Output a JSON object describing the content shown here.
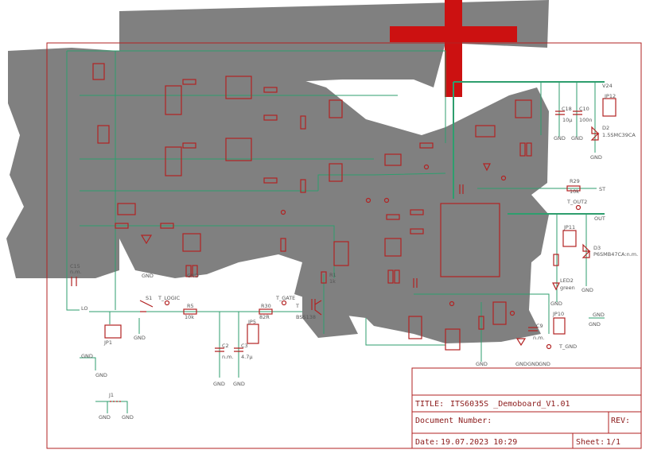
{
  "title_block": {
    "title_label": "TITLE:",
    "title_value": "ITS6035S _Demoboard_V1.01",
    "docnum_label": "Document Number:",
    "rev_label": "REV:",
    "date_label": "Date:",
    "date_value": "19.07.2023 10:29",
    "sheet_label": "Sheet:",
    "sheet_value": "1/1"
  },
  "labels": {
    "v24": "V24",
    "jp12": "JP12",
    "c18": "C18",
    "c18v": "10µ",
    "c10": "C10",
    "c10v": "100n",
    "d2": "D2",
    "d2v": "1.5SMC39CA",
    "r29": "R29",
    "r29v": "10k",
    "st": "ST",
    "t_out2": "T_OUT2",
    "out": "OUT",
    "jp11": "JP11",
    "d3": "D3",
    "d3v": "P6SMB47CA:n.m.",
    "led2": "LED2",
    "led2v": "green",
    "jp10": "JP10",
    "c9": "C9",
    "c9v": "n.m.",
    "t_gnd": "T_GND",
    "c15": "C15",
    "c15v": "n.m.",
    "s1": "S1",
    "t_logic": "T_LOGIC",
    "r5": "R5",
    "r5v": "10k",
    "r30": "R30",
    "r30v": "82R",
    "t_gate": "T_GATE",
    "r1": "R1",
    "r1v": "1k",
    "t1": "T",
    "bss": "BSS138",
    "jp5": "JP5",
    "c2": "C2",
    "c2v": "n.m.",
    "c3": "C3",
    "c3v": "4.7µ",
    "jp1": "JP1",
    "j1": "J1",
    "lo": "LO",
    "gnd": "GND"
  },
  "colors": {
    "frame": "#b22222",
    "wire": "#2e9e6e",
    "blob": "#808080",
    "cross": "#cc1111"
  }
}
